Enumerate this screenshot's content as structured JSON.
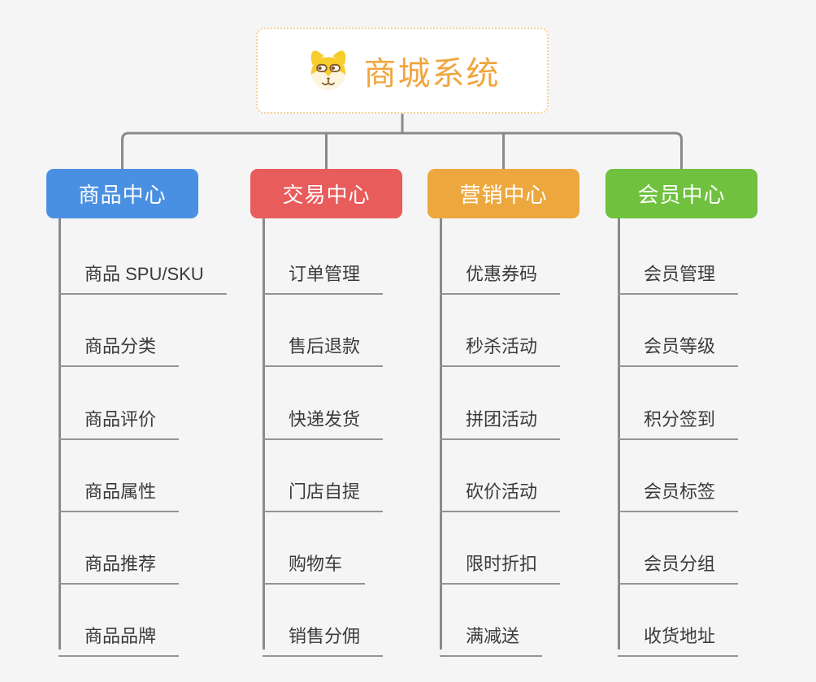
{
  "root": {
    "title": "商城系统",
    "icon": "doge-icon",
    "title_color": "#f0a63e",
    "border_color": "#f3d098"
  },
  "branches": [
    {
      "label": "商品中心",
      "color": "#4a90e2",
      "children": [
        "商品 SPU/SKU",
        "商品分类",
        "商品评价",
        "商品属性",
        "商品推荐",
        "商品品牌"
      ]
    },
    {
      "label": "交易中心",
      "color": "#e85c5c",
      "children": [
        "订单管理",
        "售后退款",
        "快递发货",
        "门店自提",
        "购物车",
        "销售分佣"
      ]
    },
    {
      "label": "营销中心",
      "color": "#eca83f",
      "children": [
        "优惠券码",
        "秒杀活动",
        "拼团活动",
        "砍价活动",
        "限时折扣",
        "满减送"
      ]
    },
    {
      "label": "会员中心",
      "color": "#6fc13e",
      "children": [
        "会员管理",
        "会员等级",
        "积分签到",
        "会员标签",
        "会员分组",
        "收货地址"
      ]
    }
  ],
  "colors": {
    "background": "#f5f5f6",
    "connector": "#8a8a8a",
    "leaf_line": "#949494",
    "leaf_text": "#3a3a3a",
    "branch_text": "#ffffff"
  }
}
